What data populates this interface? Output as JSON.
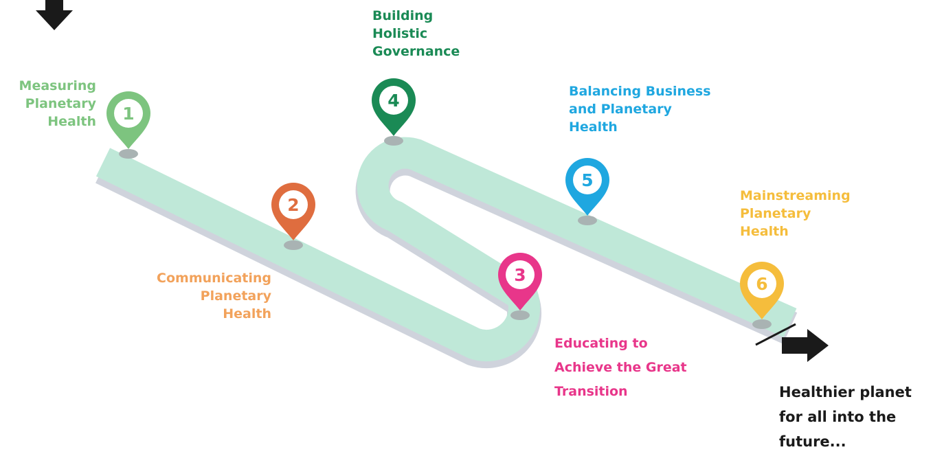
{
  "milestones": [
    {
      "number": "1",
      "label_lines": [
        "Measuring",
        "Planetary",
        "Health"
      ],
      "color": "#7dc47f"
    },
    {
      "number": "2",
      "label_lines": [
        "Communicating",
        "Planetary",
        "Health"
      ],
      "color": "#df6d3f"
    },
    {
      "number": "3",
      "label_lines": [
        "Educating to",
        "Achieve the Great",
        "Transition"
      ],
      "color": "#e8368a"
    },
    {
      "number": "4",
      "label_lines": [
        "Building",
        "Holistic",
        "Governance"
      ],
      "color": "#1a8a55"
    },
    {
      "number": "5",
      "label_lines": [
        "Balancing Business",
        "and Planetary",
        "Health"
      ],
      "color": "#1fa7e0"
    },
    {
      "number": "6",
      "label_lines": [
        "Mainstreaming",
        "Planetary",
        "Health"
      ],
      "color": "#f5bd3c"
    }
  ],
  "outcome_lines": [
    "Healthier planet",
    "for all into the",
    "future..."
  ],
  "colors": {
    "road": "#bfe8d8",
    "road_edge": "#cfd3dc",
    "arrow": "#1a1a1a",
    "pin_shadow": "#a9b3b3"
  },
  "icons": {
    "start": "down-arrow-icon",
    "end": "right-arrow-icon"
  }
}
